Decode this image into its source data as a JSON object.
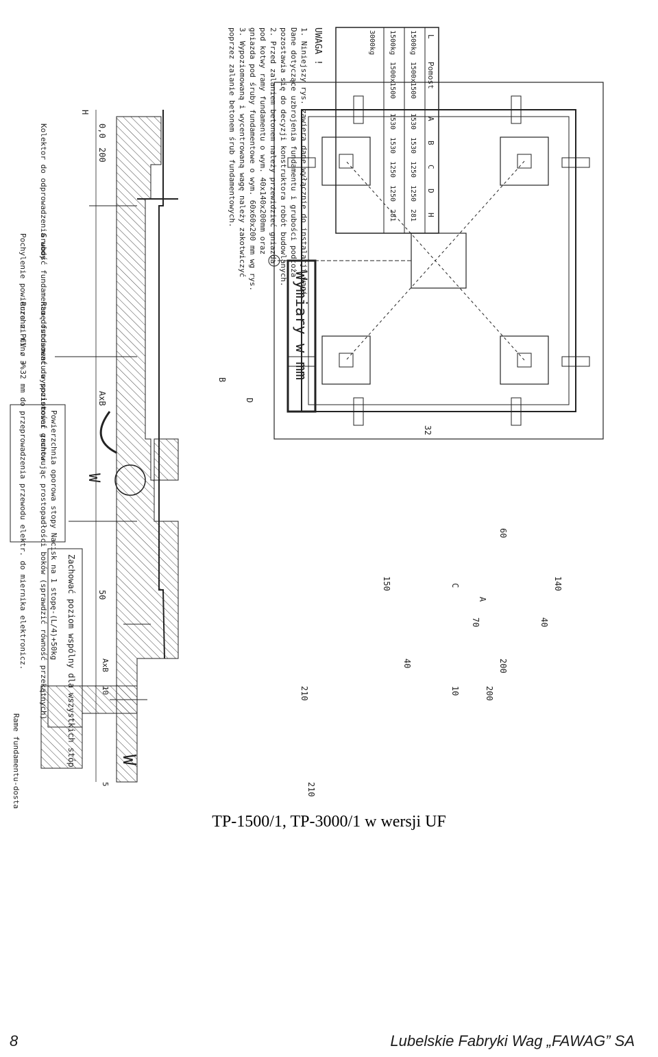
{
  "drawing": {
    "detail_label": "W",
    "frame_note": "Rame fundamentu-dostarcza producent",
    "notes": [
      "Zachować poziom wspólny dla wszystkich stóp",
      "Powierzchnia oporowa stopy Nacisk na 1 stopę-(L/4)+50kg",
      "Ramę fundamentu wypoziomować zachowując prostopadłości boków (sprawdzić równość przekątnych)",
      "Rura z PCV ø = 32 mm do przeprowadzenia przewodu elektr. do miernika elektronicz.",
      "Grubość fundamentu dostosować do spoistości gruntu",
      "Pochylenie powierzchni min. 3%",
      "Kolektor do odprowadzenia wody"
    ],
    "dimension_labels": [
      "0,0",
      "H",
      "200",
      "AxB",
      "50",
      "210",
      "40",
      "10",
      "5",
      "10",
      "A",
      "C",
      "B",
      "D",
      "140",
      "40",
      "200",
      "200",
      "150",
      "60",
      "70",
      "32",
      "210",
      "AxB"
    ],
    "units_box": "Wymiary w mm",
    "table": {
      "headers": [
        "L",
        "Pomost",
        "A",
        "B",
        "C",
        "D",
        "H"
      ],
      "rows": [
        [
          "1500kg",
          "1500x1500",
          "1530",
          "1530",
          "1250",
          "1250",
          "281"
        ],
        [
          "1500kg",
          "1500x1500",
          "1530",
          "1530",
          "1250",
          "1250",
          "281"
        ],
        [
          "3000kg",
          "",
          "",
          "",
          "",
          "",
          ""
        ]
      ]
    },
    "warning_title": "UWAGA !",
    "warnings": [
      "1. Niniejszy rys. zawiera dane wyłącznie do instalacji wagi.",
      "Dane dotyczące uzbrojenia fundamentu i grubości podłoża",
      "pozostawia się do decyzji konstruktora robót budowlanych.",
      "2. Przed zalaniem betonem należy przewidzieć gniazda",
      "pod kotwy ramy fundamentu o wym. 40x140x200mm oraz",
      "gniazda pod śruby fundamentowe o wym. 60x60x200 mm wg rys.",
      "3. Wypoziomowaną i wycentrowaną wagę należy zakotwiczyć",
      "poprzez zalanie betonem śrub fundamentowych."
    ]
  },
  "caption": "TP-1500/1, TP-3000/1 w wersji UF",
  "footer": {
    "page_number": "8",
    "company": "Lubelskie Fabryki Wag „FAWAG” SA"
  }
}
